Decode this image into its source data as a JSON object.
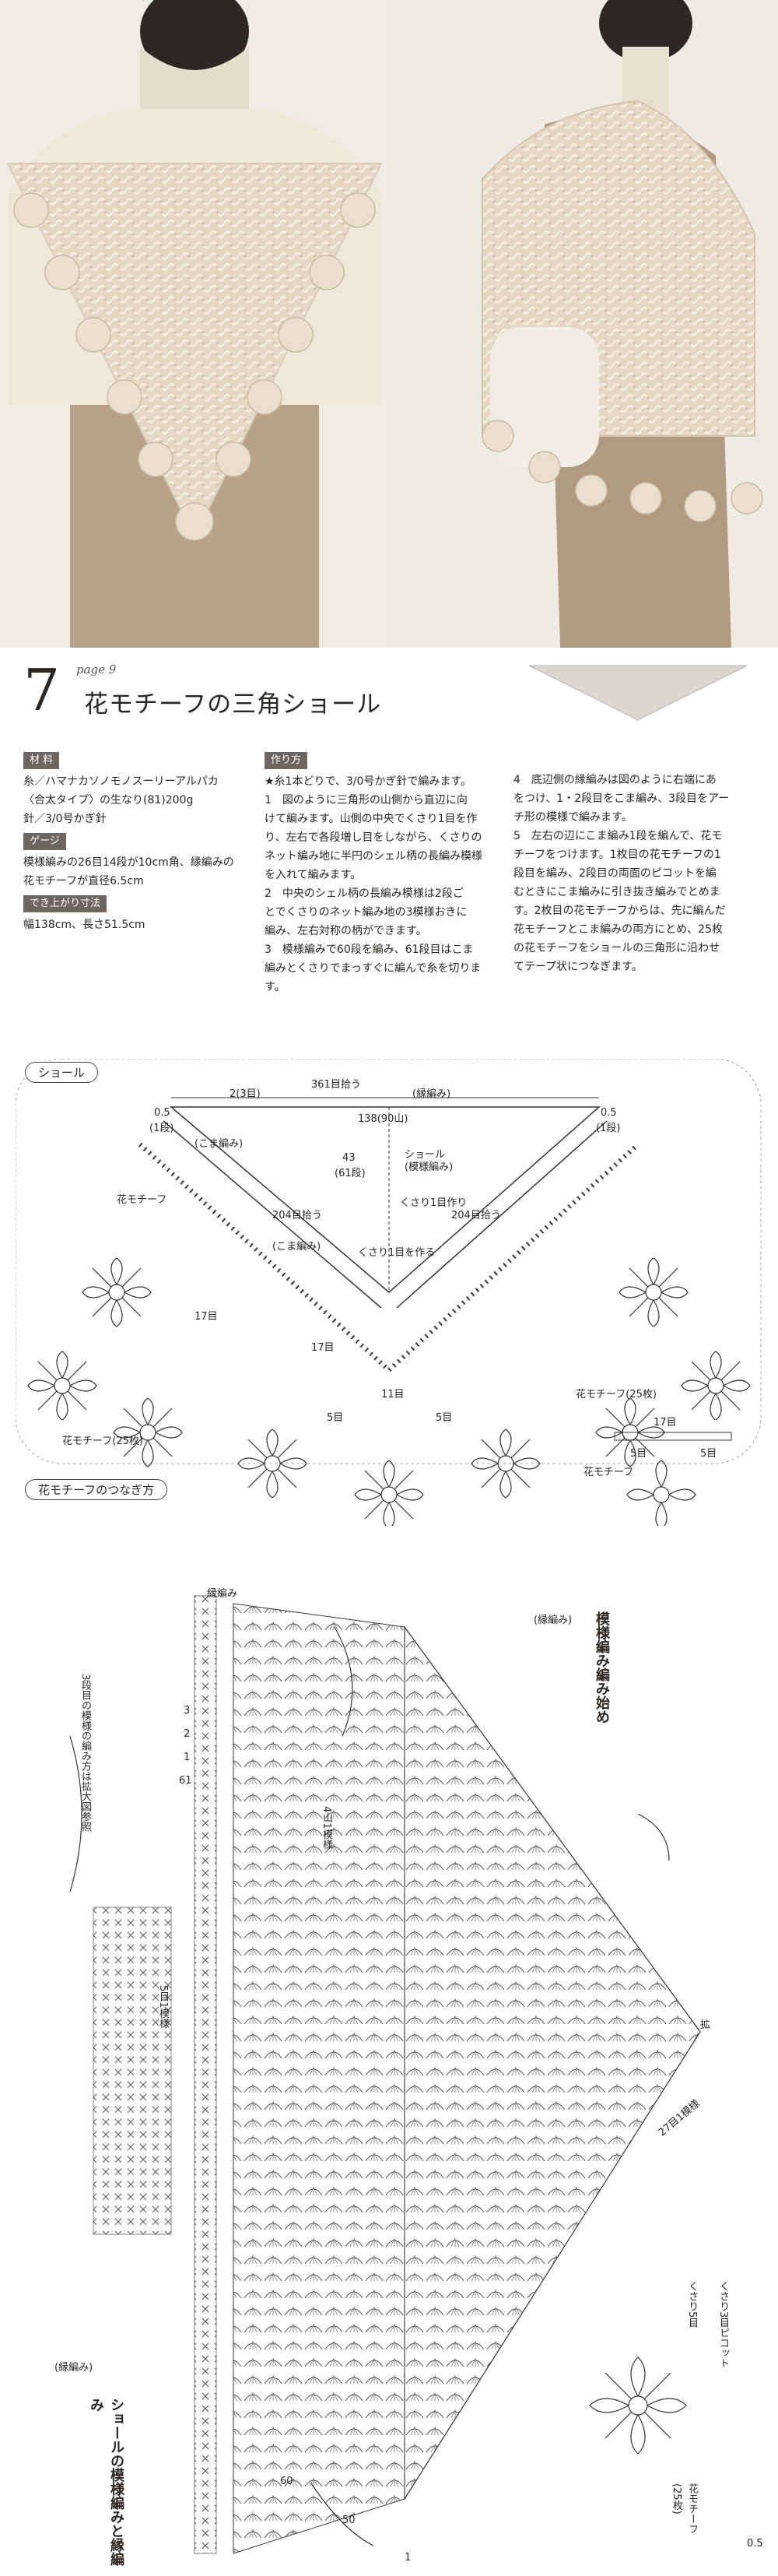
{
  "pattern": {
    "number": "7",
    "page_ref": "page 9",
    "title": "花モチーフの三角ショール"
  },
  "materials": {
    "heading": "材 料",
    "lines": [
      "糸／ハマナカソノモノスーリーアルパカ",
      "〈合太タイプ〉の生なり(81)200g",
      "針／3/0号かぎ針"
    ]
  },
  "gauge": {
    "heading": "ゲージ",
    "lines": [
      "模様編みの26目14段が10cm角、縁編みの",
      "花モチーフが直径6.5cm"
    ]
  },
  "finished": {
    "heading": "でき上がり寸法",
    "lines": [
      "幅138cm、長さ51.5cm"
    ]
  },
  "method": {
    "heading": "作り方",
    "col1": [
      "★糸1本どりで、3/0号かぎ針で編みます。",
      "1　図のように三角形の山側から直辺に向",
      "けて編みます。山側の中央でくさり1目を作",
      "り、左右で各段増し目をしながら、くさりの",
      "ネット編み地に半円のシェル柄の長編み模様",
      "を入れて編みます。",
      "2　中央のシェル柄の長編み模様は2段ご",
      "とでくさりのネット編み地の3模様おきに",
      "編み、左右対称の柄ができます。",
      "3　模様編みで60段を編み、61段目はこま",
      "編みとくさりでまっすぐに編んで糸を切りま",
      "す。"
    ],
    "col2": [
      "4　底辺側の縁編みは図のように右端にあ",
      "をつけ、1・2段目をこま編み、3段目をアー",
      "チ形の模様で編みます。",
      "5　左右の辺にこま編み1段を編んで、花モ",
      "チーフをつけます。1枚目の花モチーフの1",
      "段目を編み、2段目の両面のピコットを編",
      "むときにこま編みに引き抜き編みでとめま",
      "す。2枚目の花モチーフからは、先に編んだ",
      "花モチーフとこま編みの両方にとめ、25枚",
      "の花モチーフをショールの三角形に沿わせ",
      "てテープ状につなぎます。"
    ]
  },
  "diagram1": {
    "tag": "ショール",
    "labels": {
      "top_count": "361目拾う",
      "top_left": "2(3目)",
      "edging": "(縁編み)",
      "width": "138(90山)",
      "left_small": "0.5",
      "left_small_row": "(1段)",
      "right_small": "0.5",
      "right_small_row": "(1段)",
      "koma": "(こま編み)",
      "center_h": "43",
      "center_rows": "(61段)",
      "shawl": "ショール",
      "pattern": "(模様編み)",
      "start": "くさり1目作り",
      "start_arrow": "くさり1目を作る",
      "pick_left": "204目拾う",
      "pick_right": "204目拾う",
      "motif": "花モチーフ",
      "koma2": "(こま編み)",
      "motif25": "花モチーフ(25枚)",
      "motif25b": "花モチーフ(25枚)",
      "m17a": "17目",
      "m17b": "17目",
      "m11": "11目",
      "m5a": "5目",
      "m5b": "5目",
      "m17c": "17目",
      "m5c": "5目",
      "m5d": "5目",
      "motif_small": "花モチーフ"
    },
    "joining_tag": "花モチーフのつなぎ方"
  },
  "diagram2": {
    "side_title": "ショールの模様編みと縁編み",
    "side_title2": "模様編み編み始め",
    "labels": {
      "edge_note": "縁編み",
      "arch_note": "(縁編み)",
      "row_note1": "3段目の模様の編み方は拡大図参照",
      "sticks": "5目1模様",
      "pattern_rep": "4山1模様",
      "ticks": [
        "3",
        "2",
        "1",
        "61"
      ],
      "top": "(縁編み)",
      "center_mark": "拡",
      "bottom_rep": "27目1模様",
      "motif": "花モチーフ",
      "motif_count": "(25枚)",
      "spec1": "くさり5目",
      "spec2": "くさり3目ピコット",
      "num1": "60",
      "num2": "50",
      "num3": "1",
      "dim": "0.5"
    }
  }
}
